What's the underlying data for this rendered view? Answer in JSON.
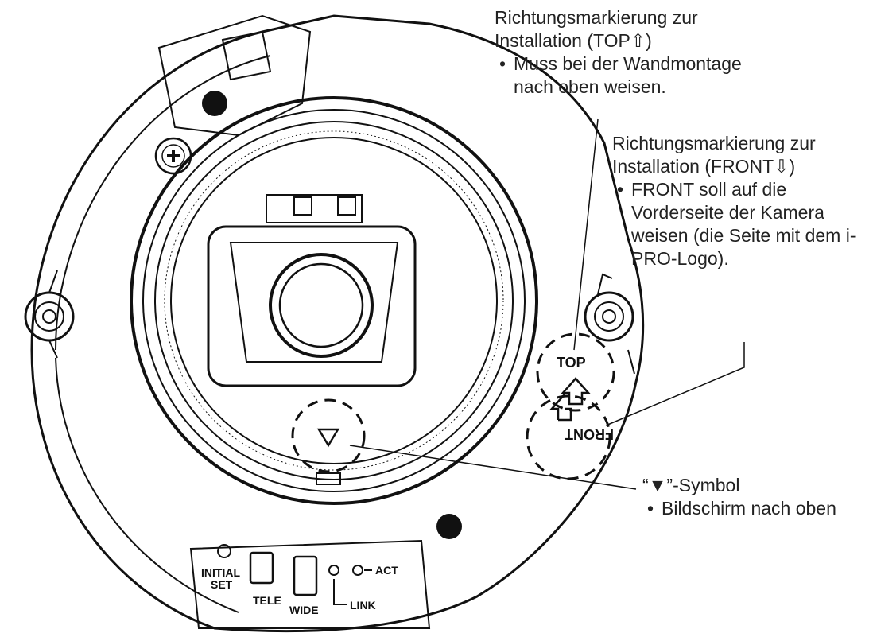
{
  "callouts": {
    "top_marker": {
      "title_line1": "Richtungsmarkierung zur",
      "title_line2": "Installation (TOP⇧)",
      "bullet": "Muss bei der Wandmontage nach oben weisen."
    },
    "front_marker": {
      "title_line1": "Richtungsmarkierung zur",
      "title_line2": "Installation (FRONT⇩)",
      "bullet": "FRONT soll auf die Vorderseite der Kamera weisen (die Seite mit dem i-PRO-Logo)."
    },
    "triangle_symbol": {
      "title": "“▼”-Symbol",
      "bullet": "Bildschirm nach oben"
    }
  },
  "device_labels": {
    "top": "TOP",
    "front": "FRONT",
    "initial": "INITIAL",
    "set": "SET",
    "tele": "TELE",
    "wide": "WIDE",
    "act": "ACT",
    "link": "LINK"
  }
}
